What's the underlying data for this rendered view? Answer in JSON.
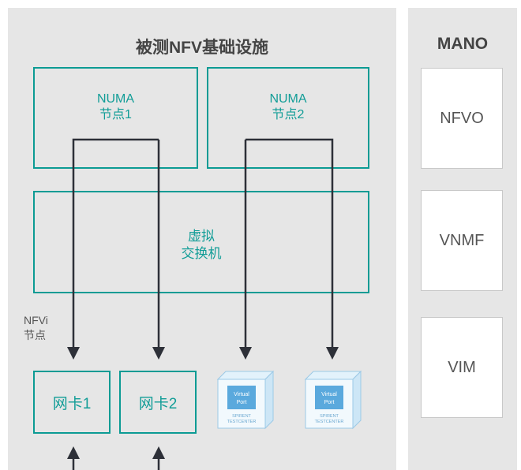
{
  "infra_panel": {
    "title": "被测NFV基础设施"
  },
  "mano_panel": {
    "title": "MANO",
    "boxes": [
      "NFVO",
      "VNMF",
      "VIM"
    ]
  },
  "numa_nodes": [
    {
      "line1": "NUMA",
      "line2": "节点1"
    },
    {
      "line1": "NUMA",
      "line2": "节点2"
    }
  ],
  "vswitch": {
    "line1": "虚拟",
    "line2": "交换机"
  },
  "nfvi": {
    "line1": "NFVi",
    "line2": "节点"
  },
  "nics": [
    "网卡1",
    "网卡2"
  ],
  "virtual_ports": [
    {
      "line1": "Virtual",
      "line2": "Port",
      "brand1": "SPIRENT",
      "brand2": "TESTCENTER"
    },
    {
      "line1": "Virtual",
      "line2": "Port",
      "brand1": "SPIRENT",
      "brand2": "TESTCENTER"
    }
  ],
  "colors": {
    "teal": "#0c9b94",
    "panel": "#e6e6e6",
    "wire": "#2d3038",
    "port_blue": "#5aa9dd"
  }
}
